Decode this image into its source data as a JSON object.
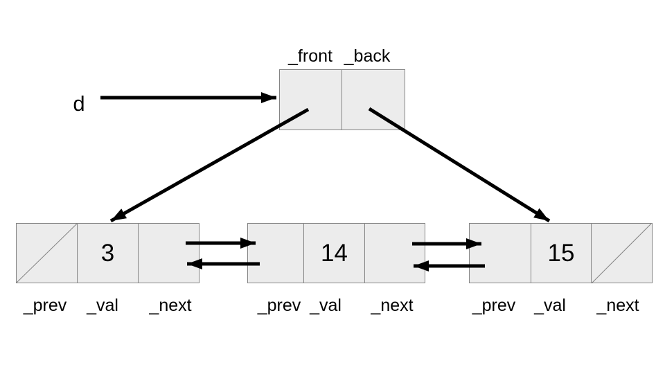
{
  "diagram": {
    "title_semantics": "deque implemented as a doubly linked list",
    "variable_label": "d",
    "deque_header": {
      "fields": {
        "front": "_front",
        "back": "_back"
      }
    },
    "node_field_labels": {
      "prev": "_prev",
      "val": "_val",
      "next": "_next"
    },
    "nodes": [
      {
        "val": "3",
        "prev": "null",
        "next": "pointer"
      },
      {
        "val": "14",
        "prev": "pointer",
        "next": "pointer"
      },
      {
        "val": "15",
        "prev": "pointer",
        "next": "null"
      }
    ],
    "pointers": [
      {
        "from": "d",
        "to": "deque_header"
      },
      {
        "from": "deque._front",
        "to": "node1"
      },
      {
        "from": "deque._back",
        "to": "node3"
      },
      {
        "from": "node1._next",
        "to": "node2"
      },
      {
        "from": "node2._prev",
        "to": "node1"
      },
      {
        "from": "node2._next",
        "to": "node3"
      },
      {
        "from": "node3._prev",
        "to": "node2"
      },
      {
        "from": "node1._prev",
        "to": "null"
      },
      {
        "from": "node3._next",
        "to": "null"
      }
    ],
    "colors": {
      "background": "#ffffff",
      "cell_fill": "#ececec",
      "cell_border": "#848484",
      "arrow": "#000000",
      "text": "#000000"
    }
  }
}
